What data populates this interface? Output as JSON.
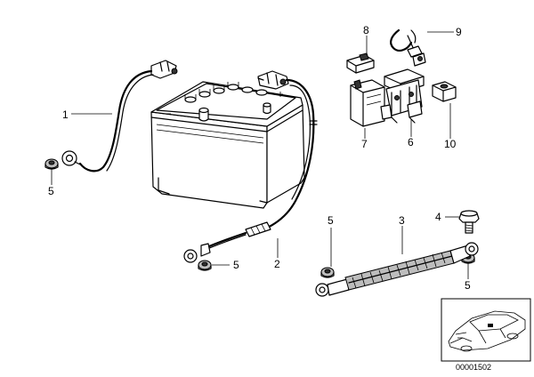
{
  "callouts": [
    {
      "id": "c1",
      "text": "1"
    },
    {
      "id": "c2",
      "text": "2"
    },
    {
      "id": "c3",
      "text": "3"
    },
    {
      "id": "c4",
      "text": "4"
    },
    {
      "id": "c5a",
      "text": "5"
    },
    {
      "id": "c5b",
      "text": "5"
    },
    {
      "id": "c5c",
      "text": "5"
    },
    {
      "id": "c5d",
      "text": "5"
    },
    {
      "id": "c6",
      "text": "6"
    },
    {
      "id": "c7",
      "text": "7"
    },
    {
      "id": "c8",
      "text": "8"
    },
    {
      "id": "c9",
      "text": "9"
    },
    {
      "id": "c10",
      "text": "10"
    }
  ],
  "diagram_id": "00001502"
}
